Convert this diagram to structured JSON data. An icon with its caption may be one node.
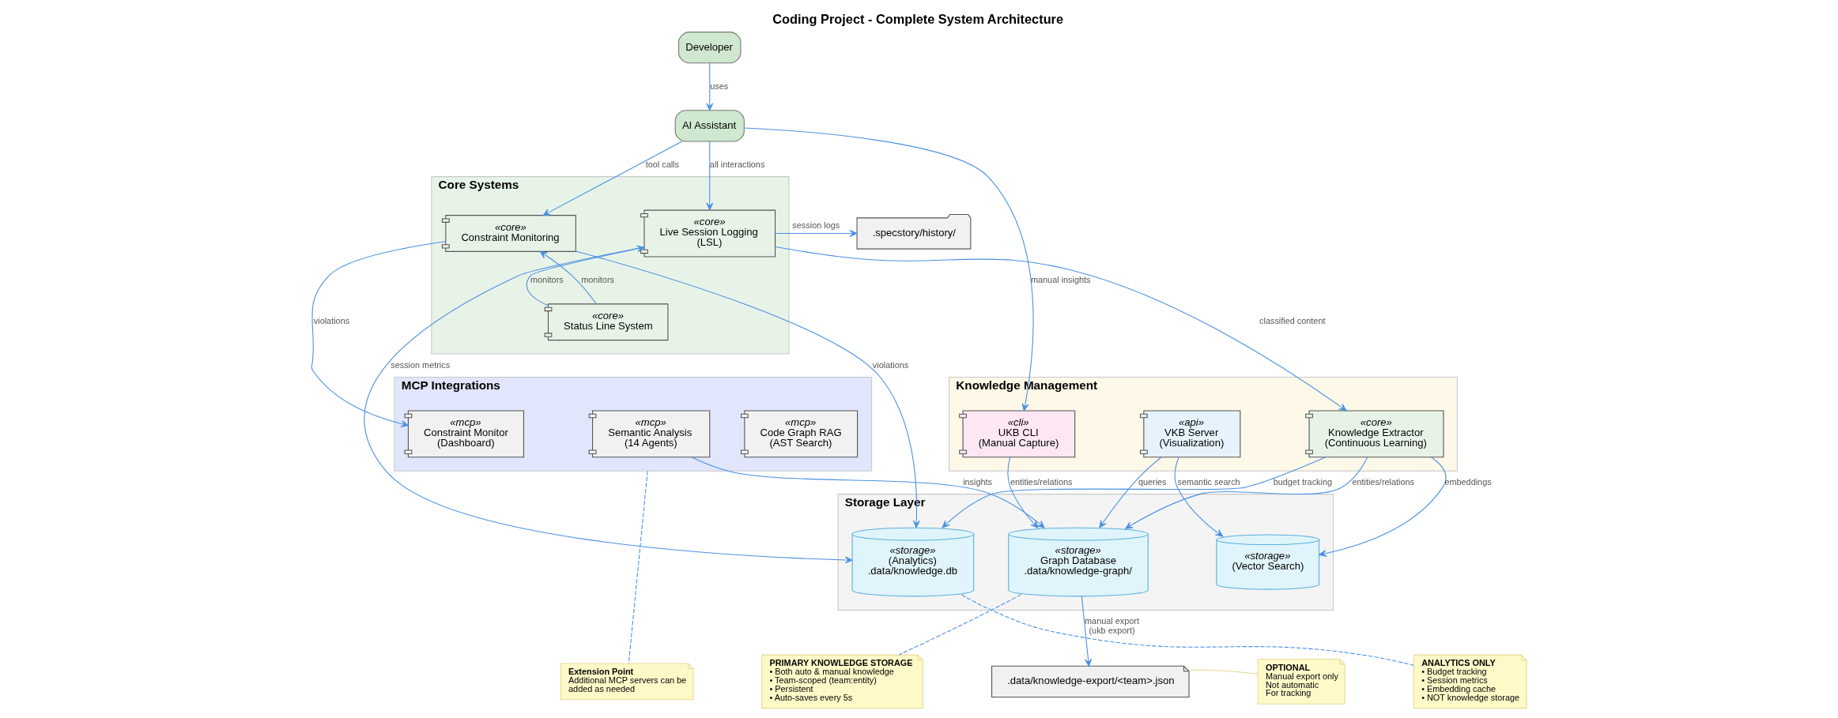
{
  "diagram": {
    "title": "Coding Project - Complete System Architecture",
    "nodes": [
      {
        "text": [
          "Developer"
        ]
      },
      {
        "text": [
          "AI Assistant"
        ]
      },
      {
        "text": [
          "Core Systems"
        ]
      },
      {
        "text": [
          "«core»",
          "Constraint Monitoring"
        ],
        "in": 2
      },
      {
        "text": [
          "«core»",
          "Live Session Logging (LSL)"
        ],
        "in": 2
      },
      {
        "text": [
          "«core»",
          "Status Line System"
        ],
        "in": 2
      },
      {
        "text": [
          ".specstory/history/"
        ]
      },
      {
        "text": [
          "MCP Integrations"
        ]
      },
      {
        "text": [
          "«mcp»",
          "Semantic Analysis (14 Agents)"
        ],
        "in": 7
      },
      {
        "text": [
          "«mcp»",
          "Constraint Monitor (Dashboard)"
        ],
        "in": 7
      },
      {
        "text": [
          "«mcp»",
          "Code Graph RAG (AST Search)"
        ],
        "in": 7
      },
      {
        "text": [
          "Knowledge Management"
        ]
      },
      {
        "text": [
          "«cli»",
          "UKB CLI (Manual Capture)"
        ],
        "in": 11
      },
      {
        "text": [
          "«api»",
          "VKB Server (Visualization)"
        ],
        "in": 11
      },
      {
        "text": [
          "«core»",
          "Knowledge Extractor (Continuous Learning)"
        ],
        "in": 11
      },
      {
        "text": [
          "Storage Layer"
        ]
      },
      {
        "text": [
          "«storage»",
          "Graph Database .data/knowledge-graph/"
        ],
        "in": 15
      },
      {
        "text": [
          "«storage»",
          "(Vector Search)"
        ],
        "in": 15
      },
      {
        "text": [
          "«storage»",
          "(Analytics) .data/knowledge.db"
        ],
        "in": 15
      },
      {
        "text": [
          ".data/knowledge-export/<team>.json"
        ]
      },
      {
        "text": [
          "Extension Point",
          "Additional MCP servers can be added as needed"
        ]
      },
      {
        "text": [
          "PRIMARY KNOWLEDGE STORAGE",
          "• Both auto & manual knowledge",
          "• Team-scoped (team:entity)",
          "• Persistent",
          "• Auto-saves every 5s"
        ]
      },
      {
        "text": [
          "OPTIONAL",
          "Manual export only",
          "Not automatic",
          "For tracking"
        ]
      },
      {
        "text": [
          "ANALYTICS ONLY",
          "• Budget tracking",
          "• Session metrics",
          "• Embedding cache",
          "• NOT knowledge storage"
        ]
      }
    ],
    "edges": [
      {
        "from": 0,
        "to": 1,
        "arrow": "to",
        "label": "uses"
      },
      {
        "from": 1,
        "to": 3,
        "arrow": "to",
        "label": "tool calls"
      },
      {
        "from": 1,
        "to": 4,
        "arrow": "to",
        "label": "all interactions"
      },
      {
        "from": 1,
        "to": 12,
        "arrow": "to",
        "label": "manual insights"
      },
      {
        "from": 4,
        "to": 6,
        "arrow": "to",
        "label": "session logs"
      },
      {
        "from": 5,
        "to": 3,
        "arrow": "to",
        "label": "monitors"
      },
      {
        "from": 5,
        "to": 4,
        "arrow": "to",
        "label": "monitors"
      },
      {
        "from": 3,
        "to": 9,
        "arrow": "to",
        "label": "violations"
      },
      {
        "from": 4,
        "to": 14,
        "arrow": "to",
        "label": "classified content"
      },
      {
        "from": 4,
        "to": 18,
        "arrow": "to",
        "label": "session metrics"
      },
      {
        "from": 3,
        "to": 18,
        "arrow": "to",
        "label": "violations"
      },
      {
        "from": 8,
        "to": 16,
        "arrow": "to",
        "label": "insights"
      },
      {
        "from": 12,
        "to": 16,
        "arrow": "to",
        "label": "entities/relations"
      },
      {
        "from": 13,
        "to": 16,
        "arrow": "to",
        "label": "queries"
      },
      {
        "from": 13,
        "to": 17,
        "arrow": "to",
        "label": "semantic search"
      },
      {
        "from": 14,
        "to": 16,
        "arrow": "to",
        "label": "entities/relations"
      },
      {
        "from": 14,
        "to": 17,
        "arrow": "to",
        "label": "embeddings"
      },
      {
        "from": 14,
        "to": 18,
        "arrow": "to",
        "label": "budget tracking"
      },
      {
        "from": 16,
        "to": 19,
        "arrow": "to",
        "label": "manual export (ukb export)"
      },
      {
        "from": 7,
        "to": 20,
        "arrow": "none",
        "style": "dashed"
      },
      {
        "from": 16,
        "to": 21,
        "arrow": "none",
        "style": "dashed"
      },
      {
        "from": 19,
        "to": 22,
        "arrow": "none",
        "color": "#e5d78f"
      },
      {
        "from": 18,
        "to": 23,
        "arrow": "none",
        "style": "dashed"
      }
    ]
  }
}
